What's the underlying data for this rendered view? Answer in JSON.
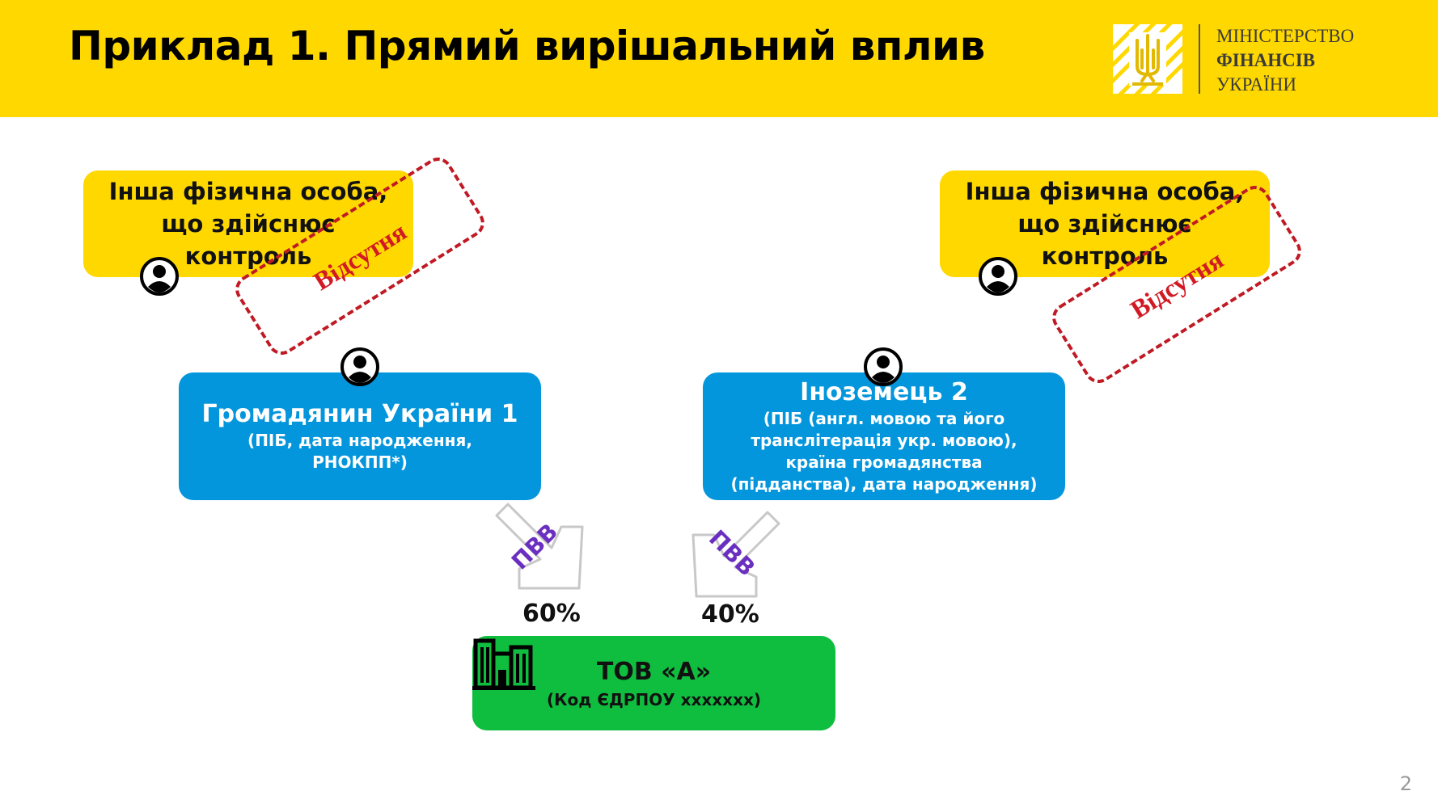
{
  "header": {
    "title": "Приклад 1. Прямий вирішальний вплив",
    "ministry": {
      "line1": "МІНІСТЕРСТВО",
      "line2": "ФІНАНСІВ",
      "line3": "УКРАЇНИ"
    },
    "logo_icon": "trident-emblem-icon"
  },
  "diagram": {
    "left_controller": {
      "lines": [
        "Інша фізична особа,",
        "що здійснює",
        "контроль"
      ],
      "stamp": "Відсутня"
    },
    "right_controller": {
      "lines": [
        "Інша фізична особа,",
        "що здійснює",
        "контроль"
      ],
      "stamp": "Відсутня"
    },
    "owner1": {
      "name": "Громадянин України 1",
      "details": [
        "(ПІБ, дата народження,",
        "РНОКПП*)"
      ]
    },
    "owner2": {
      "name": "Іноземець 2",
      "details": [
        "(ПІБ (англ. мовою та його",
        "транслітерація укр. мовою),",
        "країна громадянства",
        "(підданства), дата народження)"
      ]
    },
    "arrow_left": {
      "label": "ПВВ",
      "share": "60%"
    },
    "arrow_right": {
      "label": "ПВВ",
      "share": "40%"
    },
    "company": {
      "name": "ТОВ «А»",
      "code": "(Код ЄДРПОУ ххххххх)"
    },
    "colors": {
      "yellow": "#FFD800",
      "blue": "#0396DD",
      "green": "#10BE3F",
      "stamp_red": "#C01A24",
      "pvv_purple": "#6A2FC0"
    }
  },
  "page_number": "2"
}
